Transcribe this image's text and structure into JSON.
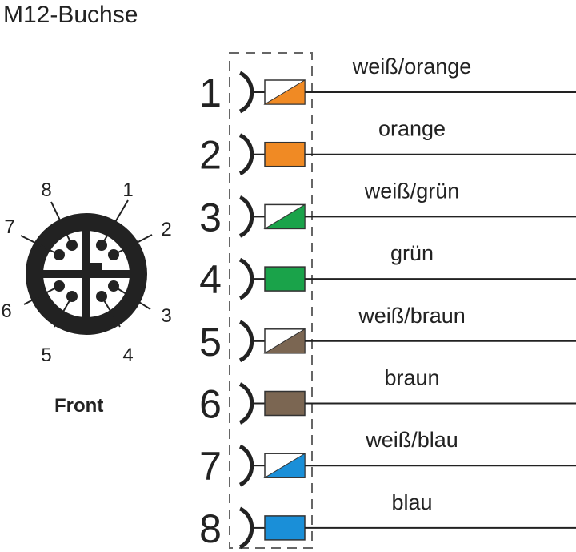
{
  "title": "M12-Buchse",
  "connector": {
    "view_label": "Front",
    "pin_labels": [
      "1",
      "2",
      "3",
      "4",
      "5",
      "6",
      "7",
      "8"
    ]
  },
  "colors": {
    "weiß": "#ffffff",
    "orange": "#f08a24",
    "grün": "#1aa34a",
    "braun": "#7b6652",
    "blau": "#1a8fd8"
  },
  "wires": [
    {
      "pin": "1",
      "label": "weiß/orange",
      "color": "orange",
      "striped": true
    },
    {
      "pin": "2",
      "label": "orange",
      "color": "orange",
      "striped": false
    },
    {
      "pin": "3",
      "label": "weiß/grün",
      "color": "grün",
      "striped": true
    },
    {
      "pin": "4",
      "label": "grün",
      "color": "grün",
      "striped": false
    },
    {
      "pin": "5",
      "label": "weiß/braun",
      "color": "braun",
      "striped": true
    },
    {
      "pin": "6",
      "label": "braun",
      "color": "braun",
      "striped": false
    },
    {
      "pin": "7",
      "label": "weiß/blau",
      "color": "blau",
      "striped": true
    },
    {
      "pin": "8",
      "label": "blau",
      "color": "blau",
      "striped": false
    }
  ]
}
